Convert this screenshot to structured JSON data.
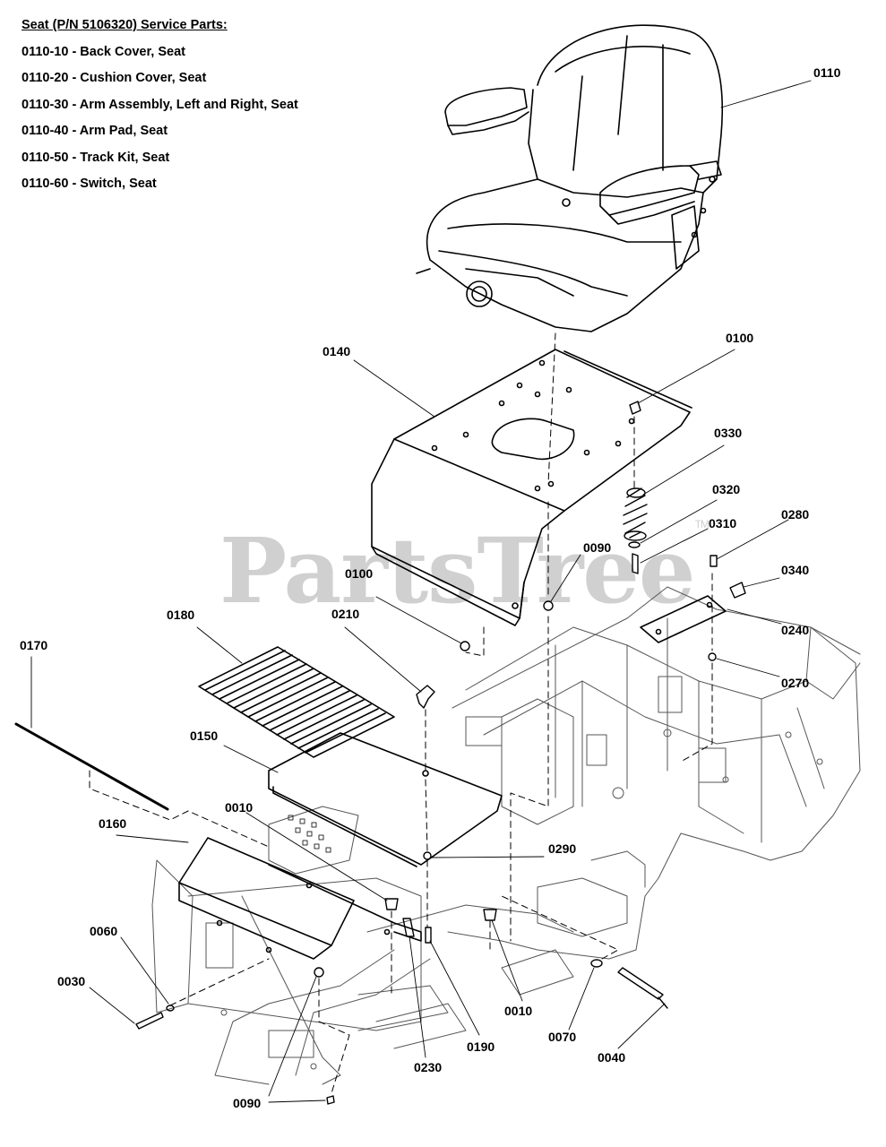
{
  "service_parts": {
    "heading": "Seat (P/N 5106320) Service Parts:",
    "items": [
      "0110-10 - Back Cover, Seat",
      "0110-20 - Cushion Cover, Seat",
      "0110-30 - Arm Assembly, Left and Right, Seat",
      "0110-40 - Arm Pad, Seat",
      "0110-50 - Track Kit, Seat",
      "0110-60 - Switch, Seat"
    ]
  },
  "watermark": {
    "text": "PartsTree",
    "mark": "TM"
  },
  "callouts": [
    "0110",
    "0140",
    "0100",
    "0330",
    "0320",
    "0310",
    "0280",
    "0340",
    "0090",
    "0100",
    "0240",
    "0210",
    "0180",
    "0170",
    "0270",
    "0150",
    "0010",
    "0160",
    "0290",
    "0060",
    "0030",
    "0010",
    "0190",
    "0230",
    "0070",
    "0040",
    "0090"
  ]
}
